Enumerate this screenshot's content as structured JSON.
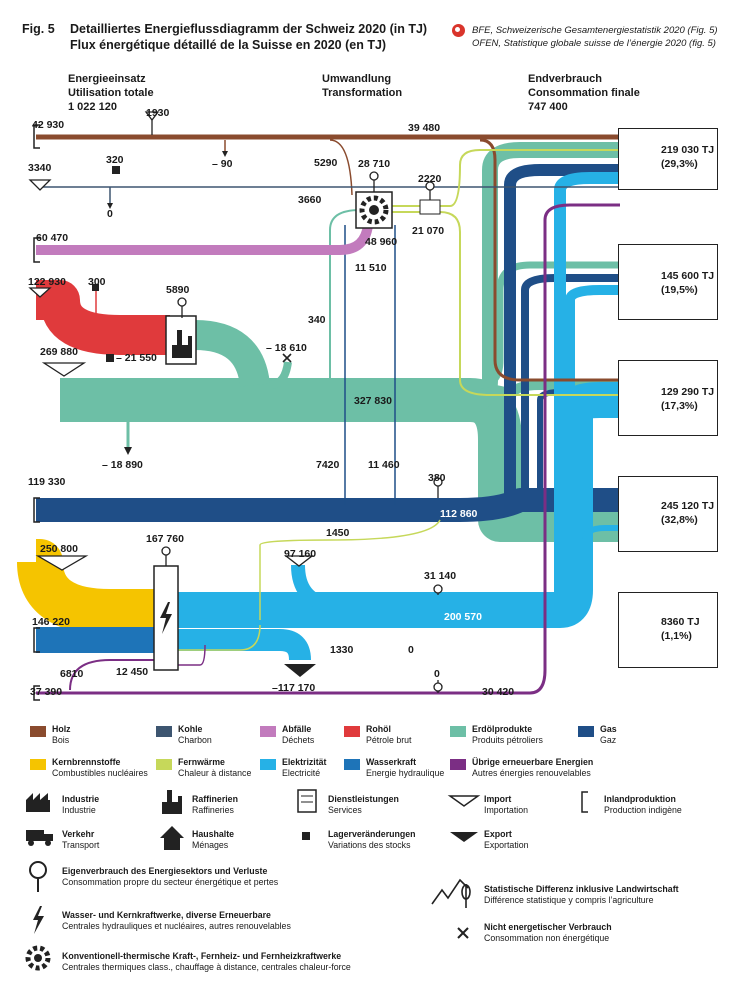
{
  "header": {
    "fig": "Fig. 5",
    "title_de": "Detailliertes Energieflussdiagramm der Schweiz 2020 (in TJ)",
    "title_fr": "Flux énergétique détaillé de la Suisse en 2020 (en TJ)",
    "source_de": "BFE, Schweizerische Gesamtenergiestatistik 2020 (Fig. 5)",
    "source_fr": "OFEN, Statistique globale suisse de l’énergie 2020 (fig. 5)"
  },
  "sections": {
    "input": {
      "de": "Energieeinsatz",
      "fr": "Utilisation totale",
      "value": "1 022 120"
    },
    "transform": {
      "de": "Umwandlung",
      "fr": "Transformation"
    },
    "final": {
      "de": "Endverbrauch",
      "fr": "Consommation finale",
      "value": "747 400"
    }
  },
  "flow_values": {
    "wood_in": "42 930",
    "wood_own": "1930",
    "wood_minus": "– 90",
    "wood_final": "39 480",
    "coal_in": "3340",
    "coal_stock": "320",
    "coal_zero": "0",
    "waste_in": "60 470",
    "crude_in": "122 930",
    "crude_300": "300",
    "refinery_own": "5890",
    "stock_21550": "– 21 550",
    "nonenergy": "– 18 610",
    "oil_in": "269 880",
    "oil_340": "340",
    "oil_main": "327 830",
    "oil_export": "– 18 890",
    "thermal_own": "28 710",
    "t_5290": "5290",
    "t_3660": "3660",
    "t_48960": "48 960",
    "t_11510": "11 510",
    "dh_2220": "2220",
    "dh_21070": "21 070",
    "gas_in": "119 330",
    "gas_7420": "7420",
    "gas_11460": "11 460",
    "gas_380": "380",
    "gas_main": "112 860",
    "nuclear_in": "250 800",
    "hydro_own": "167 760",
    "hydro_1450": "1450",
    "elec_import": "97 160",
    "elec_31140": "31 140",
    "elec_main": "200 570",
    "hydro_in": "146 220",
    "elec_1330": "1330",
    "elec_zero": "0",
    "elec_export": "–117 170",
    "renew_6810": "6810",
    "renew_12450": "12 450",
    "renew_in": "37 390",
    "renew_zero": "0",
    "renew_final": "30 420"
  },
  "consumers": [
    {
      "value": "219 030 TJ",
      "pct": "(29,3%)",
      "icon": "household-icon"
    },
    {
      "value": "145 600 TJ",
      "pct": "(19,5%)",
      "icon": "industry-icon"
    },
    {
      "value": "129 290 TJ",
      "pct": "(17,3%)",
      "icon": "services-icon"
    },
    {
      "value": "245 120 TJ",
      "pct": "(32,8%)",
      "icon": "transport-icon"
    },
    {
      "value": "8360 TJ",
      "pct": "(1,1%)",
      "icon": "statistical-difference-icon"
    }
  ],
  "legend": {
    "carriers": [
      {
        "de": "Holz",
        "fr": "Bois",
        "color": "#8a4b2e"
      },
      {
        "de": "Kohle",
        "fr": "Charbon",
        "color": "#3d5570"
      },
      {
        "de": "Abfälle",
        "fr": "Déchets",
        "color": "#c27bbd"
      },
      {
        "de": "Rohöl",
        "fr": "Pétrole brut",
        "color": "#e03a3c"
      },
      {
        "de": "Erdölprodukte",
        "fr": "Produits pétroliers",
        "color": "#6dbfa6"
      },
      {
        "de": "Gas",
        "fr": "Gaz",
        "color": "#1f4e87"
      },
      {
        "de": "Kernbrennstoffe",
        "fr": "Combustibles nucléaires",
        "color": "#f5c400"
      },
      {
        "de": "Fernwärme",
        "fr": "Chaleur à distance",
        "color": "#c6d85a"
      },
      {
        "de": "Elektrizität",
        "fr": "Electricité",
        "color": "#26b1e6"
      },
      {
        "de": "Wasserkraft",
        "fr": "Energie hydraulique",
        "color": "#1e74b8"
      },
      {
        "de": "Übrige erneuerbare Energien",
        "fr": "Autres énergies renouvelables",
        "color": "#7b2e84"
      }
    ],
    "symbols": [
      {
        "de": "Industrie",
        "fr": "Industrie",
        "icon": "industry-icon"
      },
      {
        "de": "Raffinerien",
        "fr": "Raffineries",
        "icon": "refinery-icon"
      },
      {
        "de": "Dienstleistungen",
        "fr": "Services",
        "icon": "services-icon"
      },
      {
        "de": "Import",
        "fr": "Importation",
        "icon": "import-icon"
      },
      {
        "de": "Inlandproduktion",
        "fr": "Production indigène",
        "icon": "domestic-production-icon"
      },
      {
        "de": "Verkehr",
        "fr": "Transport",
        "icon": "transport-icon"
      },
      {
        "de": "Haushalte",
        "fr": "Ménages",
        "icon": "household-icon"
      },
      {
        "de": "Lagerveränderungen",
        "fr": "Variations des stocks",
        "icon": "stock-change-icon"
      },
      {
        "de": "Export",
        "fr": "Exportation",
        "icon": "export-icon"
      },
      {
        "de": "Eigenverbrauch des Energiesektors und Verluste",
        "fr": "Consommation propre du secteur énergétique et pertes",
        "icon": "own-consumption-icon"
      },
      {
        "de": "Statistische Differenz inklusive Landwirtschaft",
        "fr": "Différence statistique y compris l’agriculture",
        "icon": "statistical-difference-icon"
      },
      {
        "de": "Wasser- und Kernkraftwerke, diverse Erneuerbare",
        "fr": "Centrales hydrauliques et nucléaires, autres renouvelables",
        "icon": "power-plant-icon"
      },
      {
        "de": "Nicht energetischer Verbrauch",
        "fr": "Consommation non énergétique",
        "icon": "non-energy-icon"
      },
      {
        "de": "Konventionell-thermische Kraft-, Fernheiz- und Fernheizkraftwerke",
        "fr": "Centrales thermiques class., chauffage à distance, centrales chaleur-force",
        "icon": "thermal-plant-icon"
      }
    ]
  }
}
